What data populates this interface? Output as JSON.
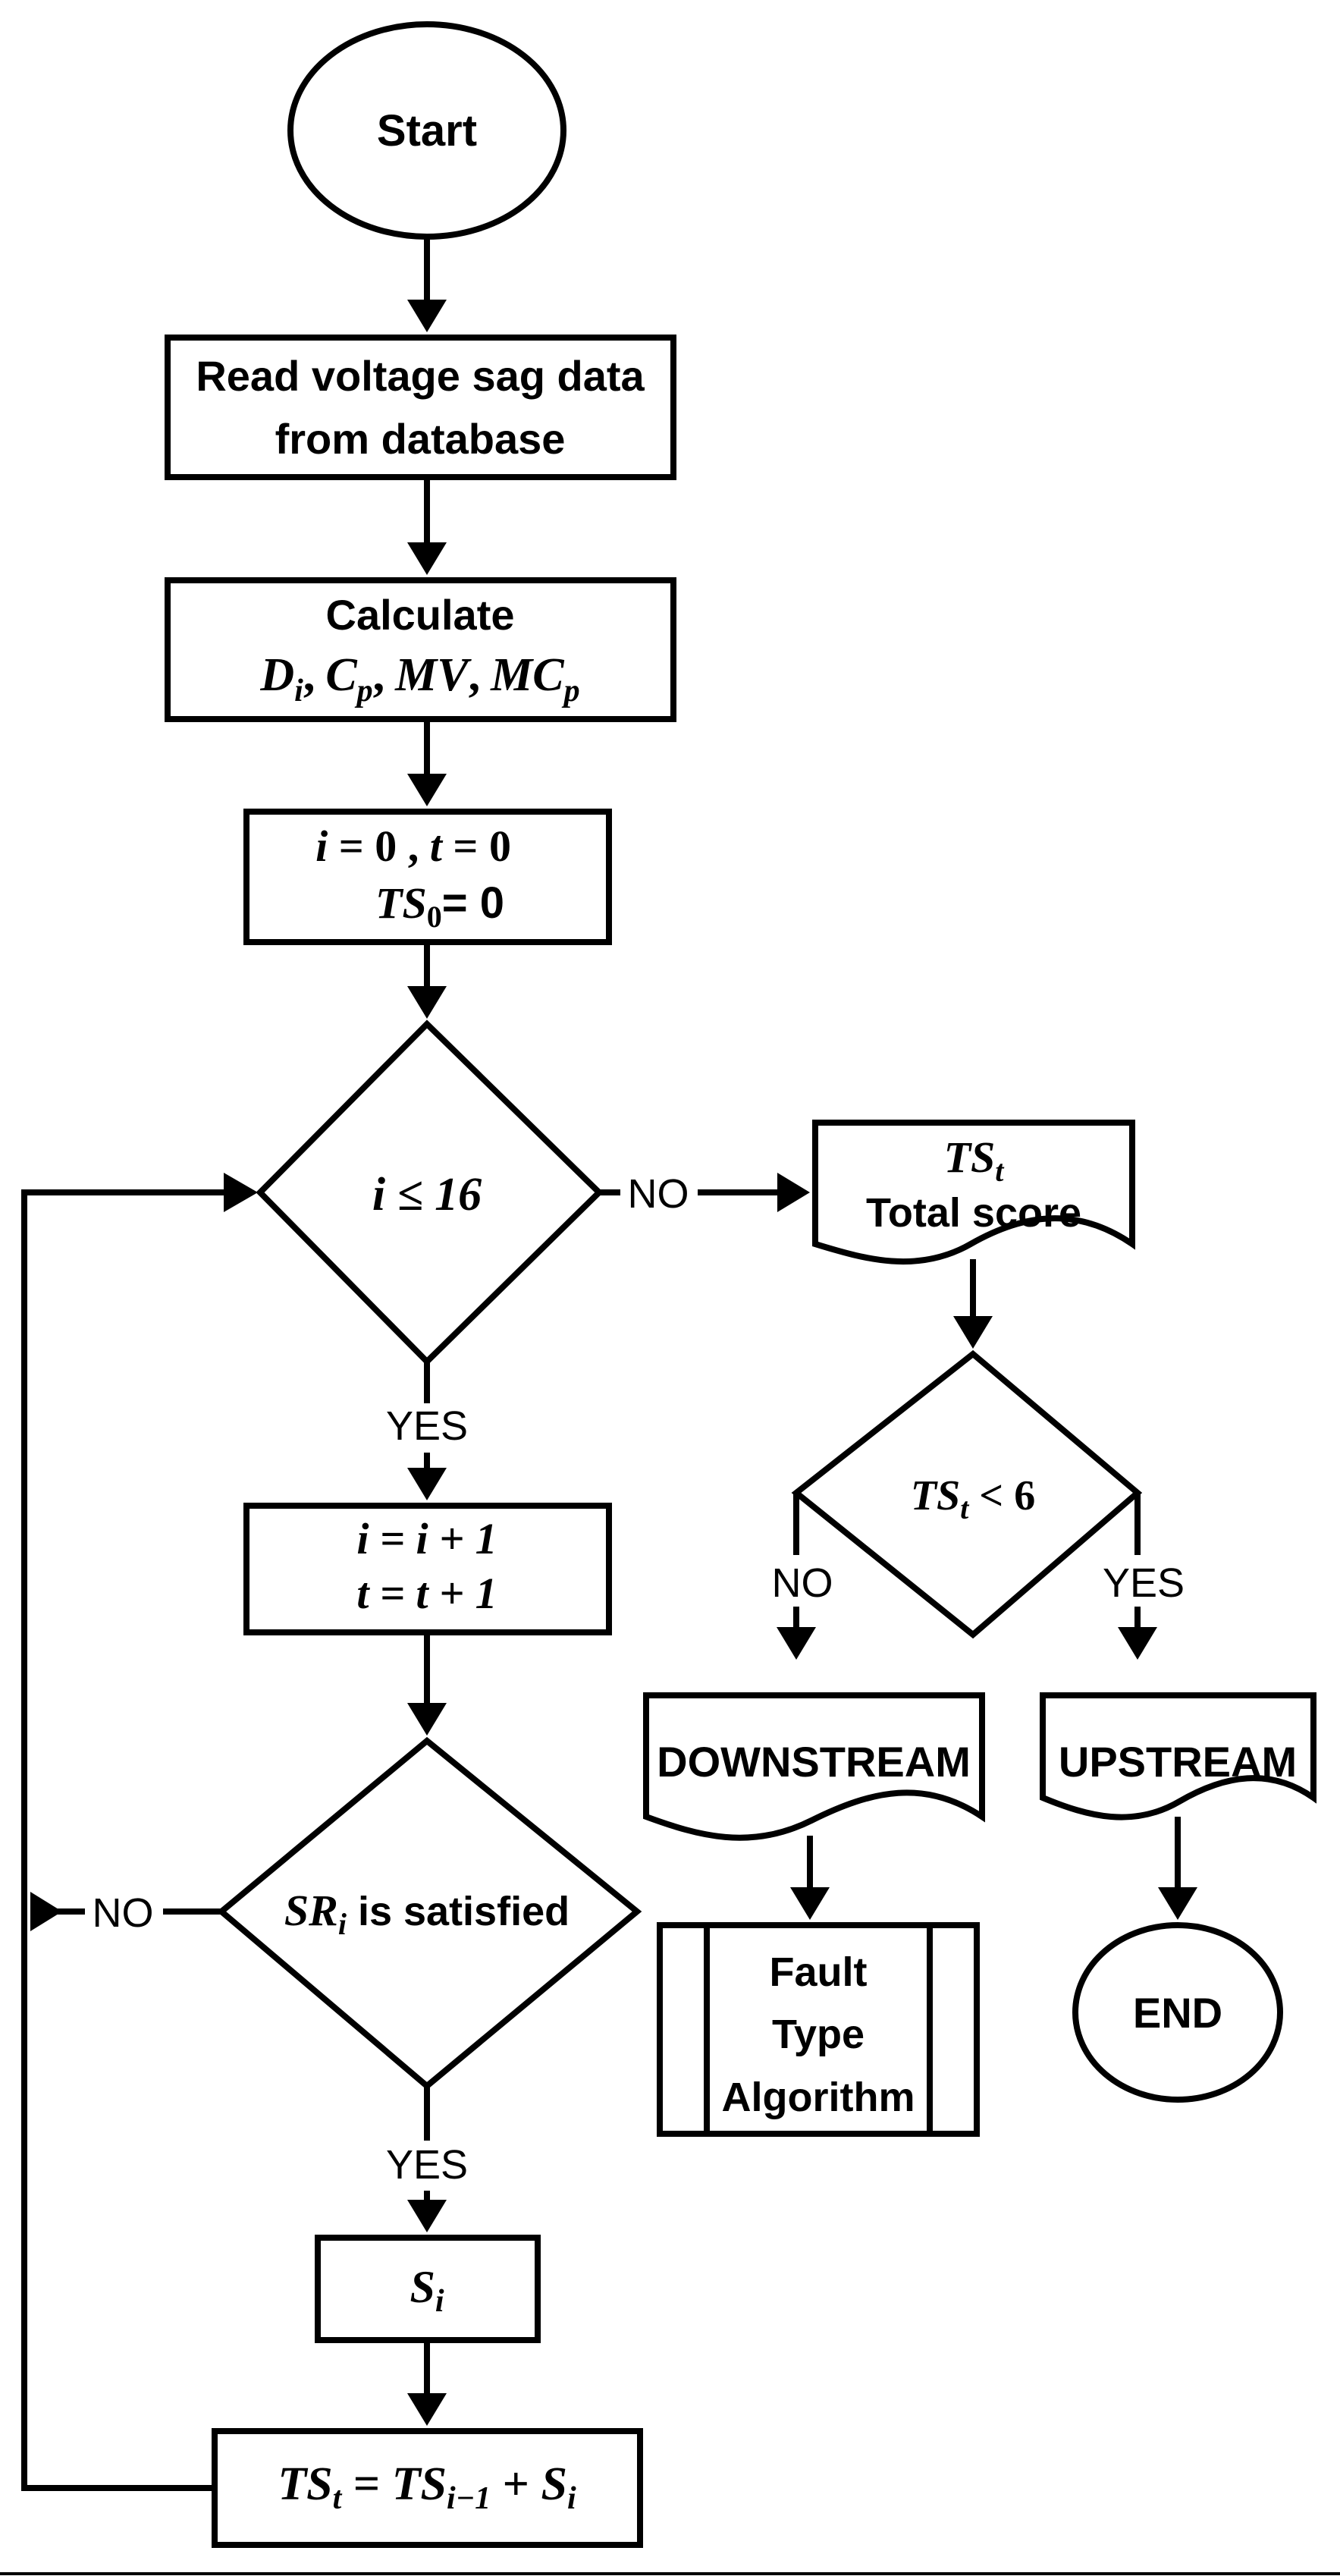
{
  "start": {
    "label": "Start"
  },
  "read": {
    "line1": "Read voltage sag data",
    "line2": "from database"
  },
  "calc": {
    "title": "Calculate",
    "d": "D",
    "d_sub": "i",
    "c": "C",
    "c_sub": "p",
    "mv": "MV",
    "mc": "MC",
    "mc_sub": "p",
    "sep": ","
  },
  "init": {
    "i": "i",
    "eq": " = ",
    "zero": "0",
    "comma": " , ",
    "t": "t",
    "ts": "TS",
    "ts_sub": "0",
    "ts_rest": "= 0"
  },
  "loop_cond": {
    "text": "i ≤ 16"
  },
  "incr": {
    "line1": "i = i + 1",
    "line2": "t = t + 1"
  },
  "sr": {
    "name": "SR",
    "sub": "i",
    "rest": " is satisfied"
  },
  "score": {
    "name": "S",
    "sub": "i"
  },
  "total_update": {
    "ts": "TS",
    "t": "t",
    "eq": " = ",
    "ts2": "TS",
    "sub2": "i−1",
    "plus": " + ",
    "s": "S",
    "s_sub": "i"
  },
  "total_score": {
    "name": "TS",
    "sub": "t",
    "label": "Total score"
  },
  "ts_cond": {
    "name": "TS",
    "sub": "t",
    "rest": " < 6"
  },
  "downstream": {
    "label": "DOWNSTREAM"
  },
  "upstream": {
    "label": "UPSTREAM"
  },
  "fault": {
    "line1": "Fault",
    "line2": "Type",
    "line3": "Algorithm"
  },
  "end": {
    "label": "END"
  },
  "edges": {
    "yes_loop": "YES",
    "no_loop": "NO",
    "yes_sr": "YES",
    "no_sr": "NO",
    "no_ts": "NO",
    "yes_ts": "YES"
  }
}
